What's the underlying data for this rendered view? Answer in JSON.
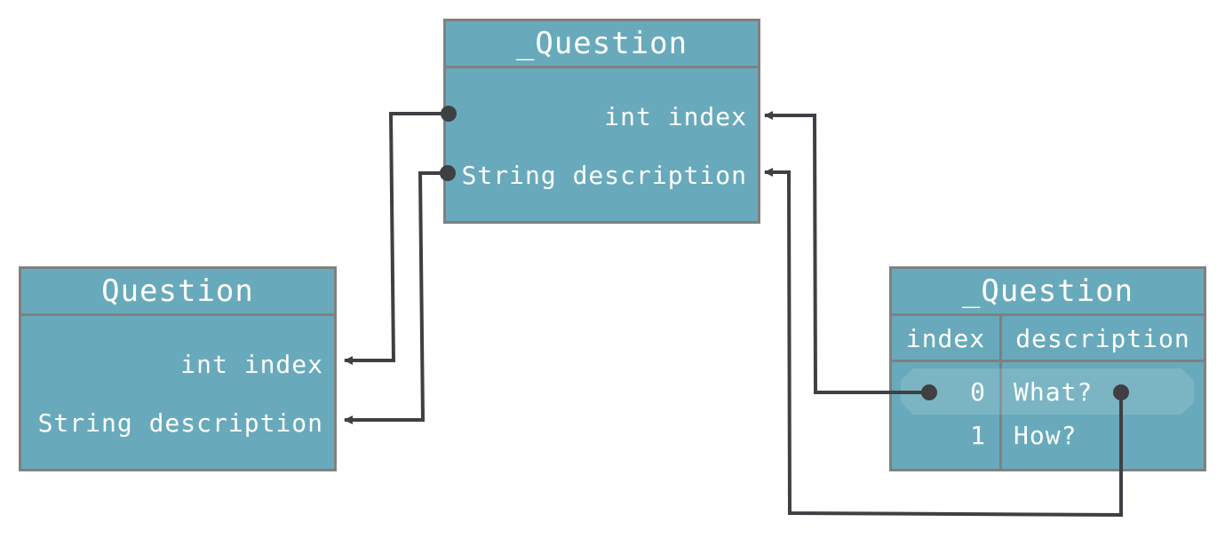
{
  "top_struct": {
    "title": "_Question",
    "fields": [
      "int index",
      "String description"
    ]
  },
  "left_struct": {
    "title": "Question",
    "fields": [
      "int index",
      "String description"
    ]
  },
  "table_struct": {
    "title": "_Question",
    "columns": [
      "index",
      "description"
    ],
    "rows": [
      {
        "index": "0",
        "description": "What?"
      },
      {
        "index": "1",
        "description": "How?"
      }
    ]
  },
  "colors": {
    "box_fill": "#68aabb",
    "box_border": "#808080",
    "connector": "#3f3f44",
    "text": "#ffffff"
  }
}
